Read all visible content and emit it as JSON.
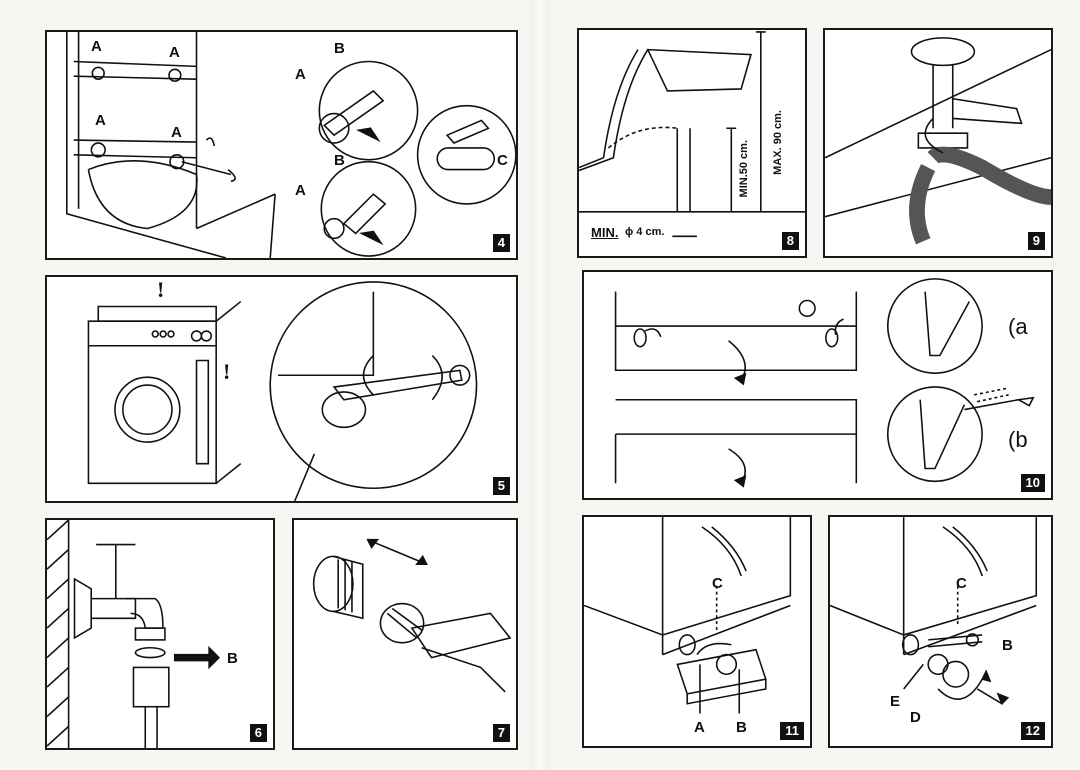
{
  "panels": [
    {
      "id": "p4",
      "number": "4",
      "labels": {
        "a1": "A",
        "a2": "A",
        "a3": "A",
        "a4": "A",
        "a5": "A",
        "a6": "A",
        "b1": "B",
        "b2": "B",
        "c": "C"
      }
    },
    {
      "id": "p5",
      "number": "5",
      "marks": {
        "m1": "!",
        "m2": "!"
      }
    },
    {
      "id": "p6",
      "number": "6",
      "labels": {
        "b": "B"
      }
    },
    {
      "id": "p7",
      "number": "7"
    },
    {
      "id": "p8",
      "number": "8",
      "dims": {
        "max": "MAX. 90 cm.",
        "min": "MIN.50 cm."
      },
      "min_label": "MIN.",
      "min_diam": "ϕ 4 cm."
    },
    {
      "id": "p9",
      "number": "9"
    },
    {
      "id": "p10",
      "number": "10",
      "sub": {
        "a": "(a",
        "b": "(b"
      }
    },
    {
      "id": "p11",
      "number": "11",
      "labels": {
        "c": "C",
        "a": "A",
        "b": "B"
      }
    },
    {
      "id": "p12",
      "number": "12",
      "labels": {
        "c": "C",
        "b": "B",
        "e": "E",
        "d": "D"
      }
    }
  ],
  "colors": {
    "ink": "#111111",
    "paper": "#ffffff",
    "page": "#f7f6f3"
  }
}
